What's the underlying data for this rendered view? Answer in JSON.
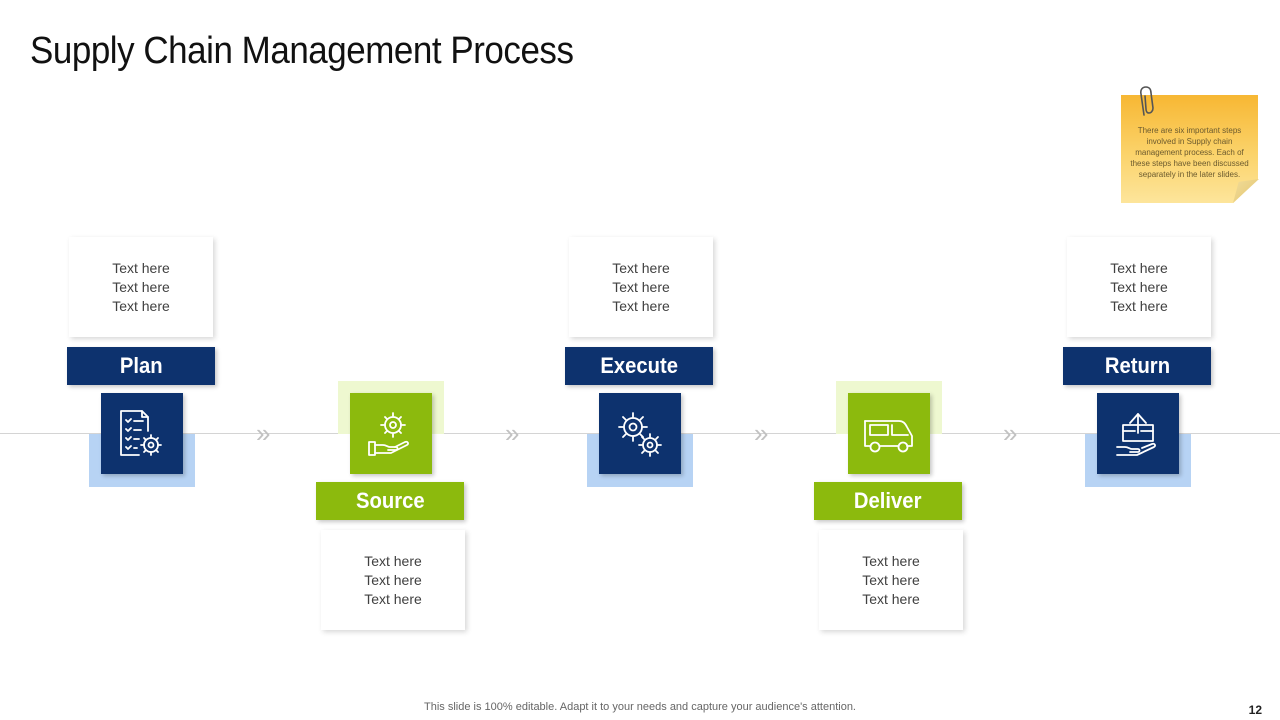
{
  "title": "Supply Chain Management Process",
  "note": "There are six important steps involved in Supply chain management process. Each of these steps have been discussed separately in the later slides.",
  "steps": [
    {
      "label": "Plan",
      "icon": "checklist-gear-icon",
      "lines": [
        "Text here",
        "Text here",
        "Text here"
      ]
    },
    {
      "label": "Source",
      "icon": "hand-gear-icon",
      "lines": [
        "Text here",
        "Text here",
        "Text here"
      ]
    },
    {
      "label": "Execute",
      "icon": "gears-icon",
      "lines": [
        "Text here",
        "Text here",
        "Text here"
      ]
    },
    {
      "label": "Deliver",
      "icon": "delivery-van-icon",
      "lines": [
        "Text here",
        "Text here",
        "Text here"
      ]
    },
    {
      "label": "Return",
      "icon": "hand-box-arrow-icon",
      "lines": [
        "Text here",
        "Text here",
        "Text here"
      ]
    }
  ],
  "footer": "This slide is 100% editable. Adapt it to your needs and capture your audience's attention.",
  "page_number": "12",
  "colors": {
    "navy": "#0d326e",
    "green": "#8cba0d",
    "light_blue": "#b7d3f4",
    "light_green": "#eef8d0",
    "note": "#f7b733"
  }
}
